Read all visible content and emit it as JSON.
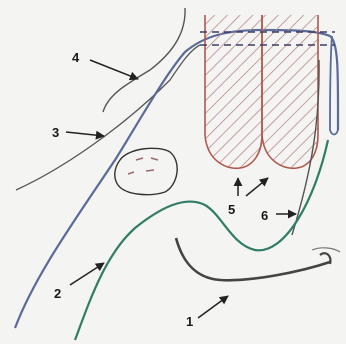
{
  "labels": {
    "l1": "1",
    "l2": "2",
    "l3": "3",
    "l4": "4",
    "l5": "5",
    "l6": "6"
  },
  "colors": {
    "background": "#f4f4f2",
    "green_line": "#2f7d66",
    "blue_line": "#5a6a9a",
    "red_outline": "#b0584a",
    "hatch": "#b88a8a",
    "dark_line": "#444444",
    "ink": "#222222"
  }
}
